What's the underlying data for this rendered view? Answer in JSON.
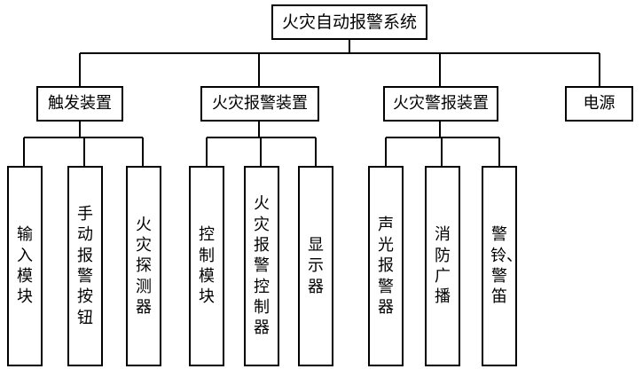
{
  "root": {
    "label": "火灾自动报警系统"
  },
  "groups": [
    {
      "label": "触发装置",
      "children": [
        "输入模块",
        "手动报警按钮",
        "火灾探测器"
      ]
    },
    {
      "label": "火灾报警装置",
      "children": [
        "控制模块",
        "火灾报警控制器",
        "显示器"
      ]
    },
    {
      "label": "火灾警报装置",
      "children": [
        "声光报警器",
        "消防广播",
        "警铃、警笛"
      ]
    },
    {
      "label": "电源",
      "children": []
    }
  ]
}
